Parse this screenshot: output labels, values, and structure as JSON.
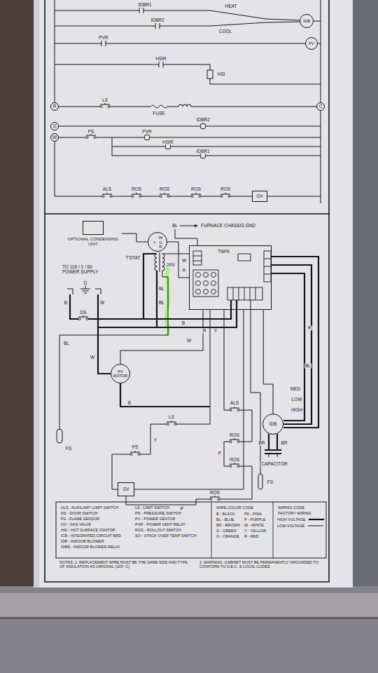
{
  "diagram": {
    "nodes": [
      {
        "text": [
          "IDB"
        ]
      },
      {
        "text": [
          "PV"
        ]
      },
      {
        "text": [
          "R"
        ]
      },
      {
        "text": [
          "C"
        ]
      },
      {
        "text": [
          "G"
        ]
      },
      {
        "text": [
          "W"
        ]
      },
      {
        "text": [
          "GV"
        ]
      },
      {
        "text": [
          "OPTIONAL CONDENSING UNIT"
        ]
      },
      {
        "text": [
          "Y",
          "W",
          "G",
          "R"
        ]
      },
      {
        "text": [
          "TWIN"
        ]
      },
      {
        "text": [
          "PV MOTOR"
        ]
      },
      {
        "text": [
          "IDB"
        ]
      },
      {
        "text": [
          "GV"
        ]
      }
    ],
    "edges": [
      {
        "from": 7,
        "to": 8,
        "arrow": "none"
      },
      {
        "from": 8,
        "to": 9,
        "arrow": "none"
      },
      {
        "from": 10,
        "to": 9,
        "arrow": "none"
      },
      {
        "from": 11,
        "to": 9,
        "arrow": "none"
      },
      {
        "from": 12,
        "to": 9,
        "arrow": "none"
      }
    ],
    "labels": [
      "IDBR1",
      "HEAT",
      "IDBR2",
      "COOL",
      "PVR",
      "HSIR",
      "HSI",
      "LS",
      "FUSE",
      "IDBR2",
      "PS",
      "PVR",
      "HSIR",
      "IDBR1",
      "ALS",
      "ROS",
      "ROS",
      "ROS",
      "ROS",
      "BL",
      "FURNACE CHASSIS GND",
      "T'STAT",
      "W",
      "R",
      "TO 115 / 1 / 60 POWER SUPPLY",
      "24V",
      "G",
      "B",
      "W",
      "DS",
      "BL",
      "BL",
      "B",
      "R",
      "Y",
      "W",
      "BL",
      "W",
      "B",
      "LS",
      "Y",
      "PS",
      "ALS",
      "ROS",
      "P",
      "ROS",
      "ROS",
      "P",
      "FS",
      "R",
      "BL",
      "MED",
      "LOW",
      "HIGH",
      "BR",
      "BR",
      "CAPACITOR",
      "FS",
      "ALS - AUXILIARY LIMIT SWITCH",
      "DS - DOOR SWITCH",
      "FS - FLAME SENSOR",
      "GV - GAS VALVE",
      "HSI - HOT SURFACE IGNITOR",
      "ICB - INTEGRATED CIRCUIT BRD",
      "IDB - INDOOR BLOWER",
      "IDBR - INDOOR BLOWER RELAY",
      "LS - LIMIT SWITCH",
      "PS - PRESSURE SWITCH",
      "PV - POWER VENTOR",
      "PVR - POWER VENT RELAY",
      "ROS - ROLLOUT SWITCH",
      "SO - STACK OVER TEMP SWITCH",
      "WIRE COLOR CODE",
      "B - BLACK",
      "BL - BLUE",
      "BR - BROWN",
      "G - GREEN",
      "O - ORANGE",
      "PK - PINK",
      "P - PURPLE",
      "W - WHITE",
      "Y - YELLOW",
      "R - RED",
      "WIRING CODE",
      "FACTORY WIRING",
      "NOTES: 1. REPLACEMENT WIRE MUST BE THE SAME SIZE AND TYPE OF INSULATION AS ORIGINAL (105° C).",
      "2. WARNING: CABINET MUST BE PERMANENTLY GROUNDED TO CONFORM TO N.E.C. & LOCAL CODES"
    ],
    "legend": [
      {
        "text": "HIGH VOLTAGE"
      },
      {
        "text": "LOW VOLTAGE"
      }
    ]
  }
}
